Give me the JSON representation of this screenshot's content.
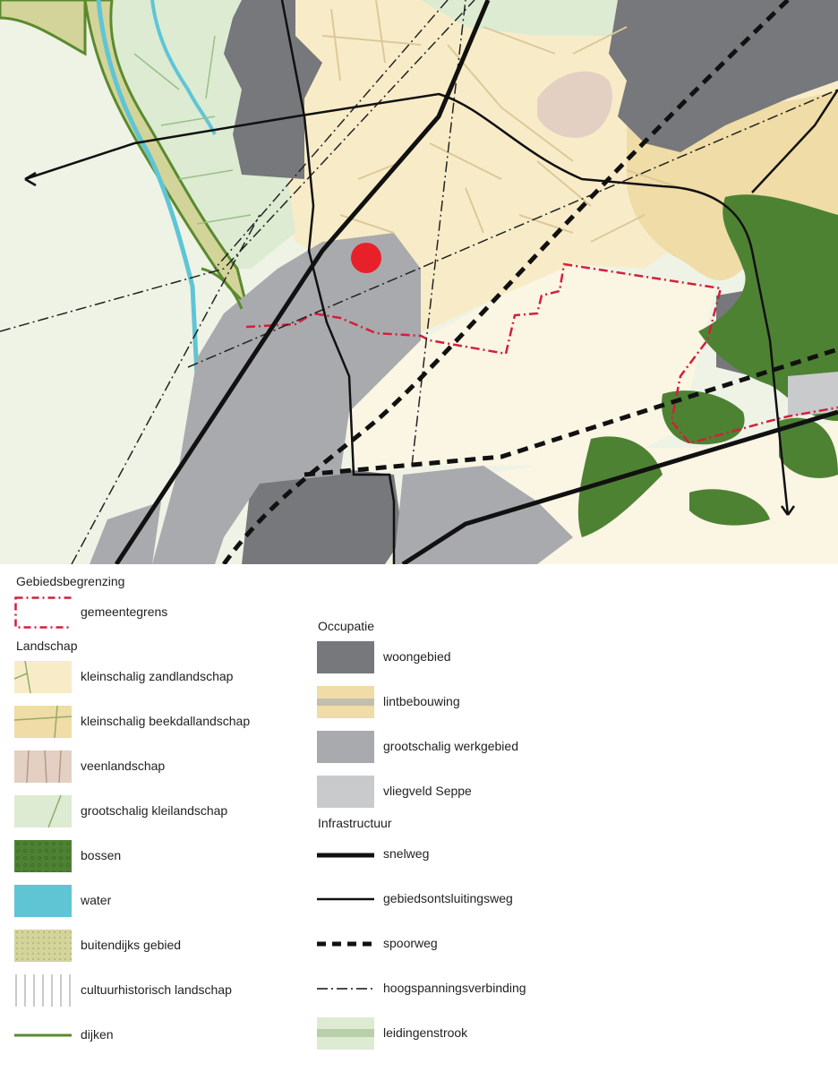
{
  "map": {
    "marker_color": "#e8202a",
    "colors": {
      "kleinschalig_zandlandschap": "#f8ecc8",
      "kleinschalig_beekdallandschap": "#efdca6",
      "veenlandschap": "#e3d0c3",
      "grootschalig_kleilandschap": "#dcebd2",
      "bossen": "#4e8233",
      "water": "#5fc5d5",
      "buitendijks_gebied": "#d3d49a",
      "dijken": "#5a8a2e",
      "woongebied": "#76787b",
      "grootschalig_werkgebied": "#a9aaad",
      "vliegveld_seppe": "#c9cacc",
      "gemeentegrens": "#d21f3a",
      "open_area": "#fbf5e4",
      "background": "#eef3e6"
    }
  },
  "legend": {
    "gebiedsbegrenzing": {
      "title": "Gebiedsbegrenzing",
      "items": [
        {
          "label": "gemeentegrens",
          "icon": "dash-dot-red-rect"
        }
      ]
    },
    "landschap": {
      "title": "Landschap",
      "items": [
        {
          "label": "kleinschalig zandlandschap",
          "icon": "sand-lines"
        },
        {
          "label": "kleinschalig beekdallandschap",
          "icon": "beekdal-lines"
        },
        {
          "label": "veenlandschap",
          "icon": "peat-lines"
        },
        {
          "label": "grootschalig kleilandschap",
          "icon": "clay-line"
        },
        {
          "label": "bossen",
          "icon": "forest-dots"
        },
        {
          "label": "water",
          "icon": "water-fill"
        },
        {
          "label": "buitendijks gebied",
          "icon": "floodplain-dots"
        },
        {
          "label": "cultuurhistorisch landschap",
          "icon": "vertical-lines"
        },
        {
          "label": "dijken",
          "icon": "dike-line"
        }
      ]
    },
    "occupatie": {
      "title": "Occupatie",
      "items": [
        {
          "label": "woongebied",
          "icon": "dark-grey-fill"
        },
        {
          "label": "lintbebouwing",
          "icon": "ribbon-stripe"
        },
        {
          "label": "grootschalig werkgebied",
          "icon": "mid-grey-fill"
        },
        {
          "label": "vliegveld Seppe",
          "icon": "light-grey-fill"
        }
      ]
    },
    "infrastructuur": {
      "title": "Infrastructuur",
      "items": [
        {
          "label": "snelweg",
          "icon": "thick-line"
        },
        {
          "label": "gebiedsontsluitingsweg",
          "icon": "medium-line"
        },
        {
          "label": "spoorweg",
          "icon": "dashed-line"
        },
        {
          "label": "hoogspanningsverbinding",
          "icon": "dash-dot-line"
        },
        {
          "label": "leidingenstrook",
          "icon": "green-band"
        }
      ]
    }
  }
}
